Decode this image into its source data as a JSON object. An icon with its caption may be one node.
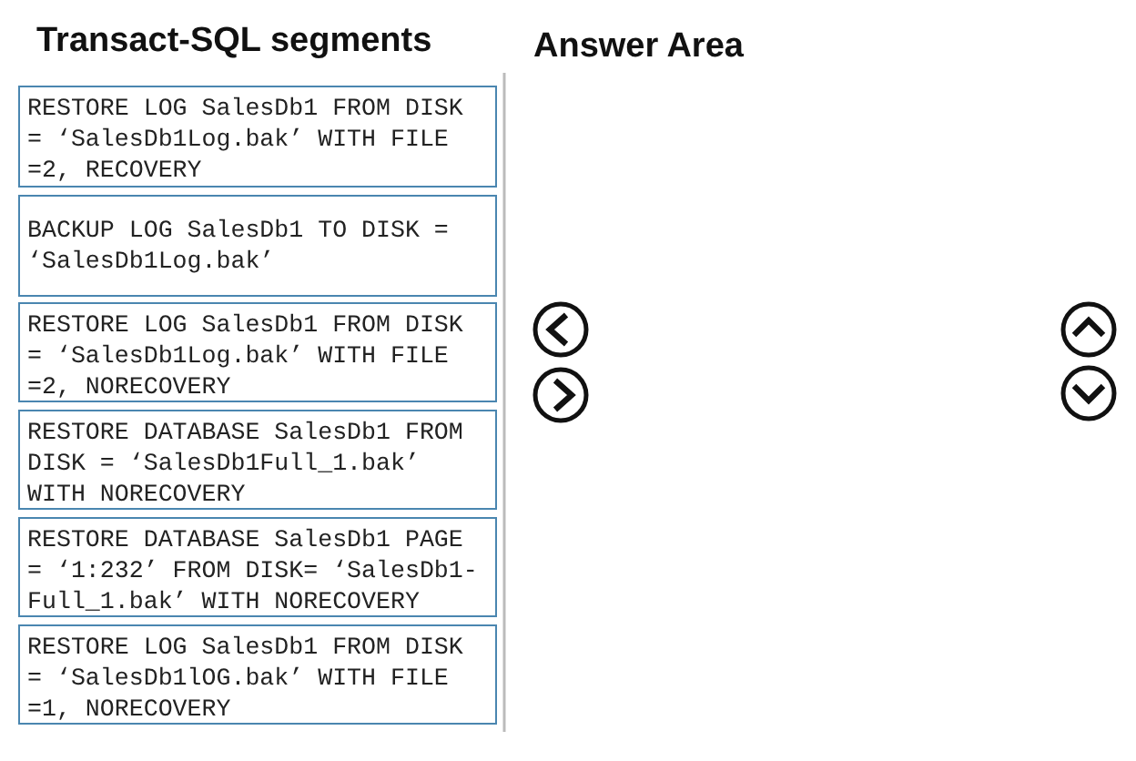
{
  "diagram": {
    "nodes": [
      {
        "text": [
          "RESTORE LOG SalesDb1 FROM DISK = ‘SalesDb1Log.bak’ WITH FILE =2, RECOVERY"
        ]
      },
      {
        "text": [
          "BACKUP LOG SalesDb1 TO DISK = ‘SalesDb1Log.bak’"
        ]
      },
      {
        "text": [
          "RESTORE LOG SalesDb1 FROM DISK = ‘SalesDb1Log.bak’ WITH FILE =2, NORECOVERY"
        ]
      },
      {
        "text": [
          "RESTORE DATABASE SalesDb1 FROM DISK = ‘SalesDb1Full_1.bak’ WITH NORECOVERY"
        ]
      },
      {
        "text": [
          "RESTORE DATABASE SalesDb1 PAGE = ‘1:232’ FROM DISK= ‘SalesDb1-Full_1.bak’ WITH NORECOVERY"
        ]
      },
      {
        "text": [
          "RESTORE LOG SalesDb1 FROM DISK = ‘SalesDb1lOG.bak’ WITH FILE =1, NORECOVERY"
        ]
      }
    ],
    "labels": [
      "Transact-SQL segments",
      "Answer Area"
    ]
  }
}
